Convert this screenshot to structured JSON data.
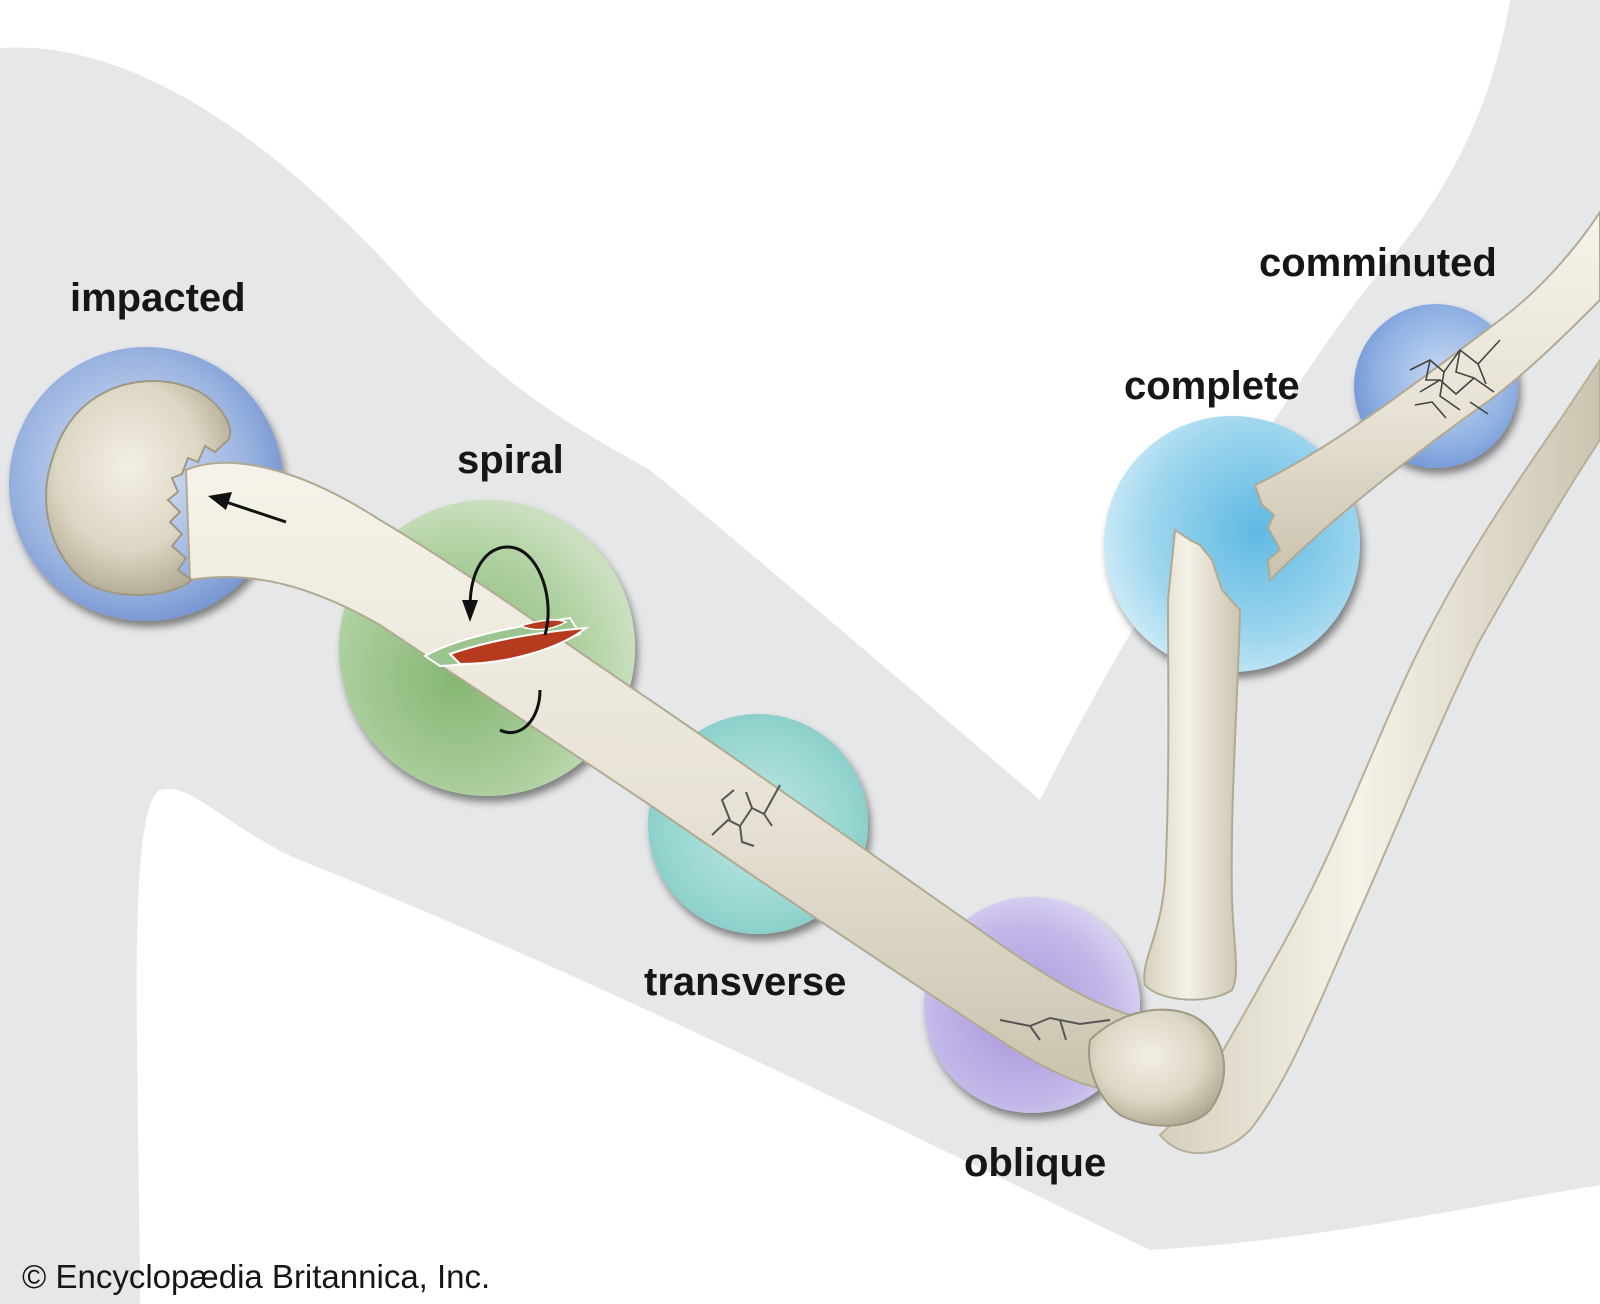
{
  "labels": {
    "impacted": "impacted",
    "spiral": "spiral",
    "transverse": "transverse",
    "oblique": "oblique",
    "complete": "complete",
    "comminuted": "comminuted"
  },
  "credit": "© Encyclopædia Britannica, Inc.",
  "colors": {
    "silhouette": "#e6e7e8",
    "bone": "#ece8dc",
    "bone_shadow": "#b9b3a1",
    "impacted_disc": "#7f9fd6",
    "spiral_disc": "#9cc48e",
    "transverse_disc": "#8fd3cf",
    "oblique_disc": "#b3a6de",
    "complete_disc": "#8fd0ec",
    "comminuted_disc": "#7fa6de",
    "marrow": "#b53a1e"
  }
}
